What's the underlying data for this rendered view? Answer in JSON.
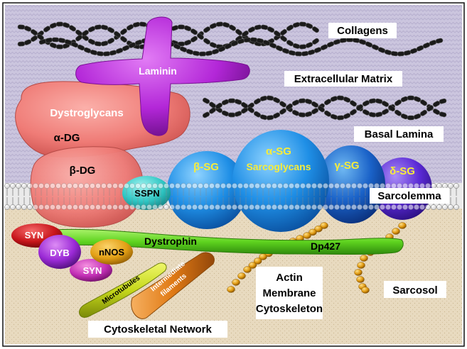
{
  "labels": {
    "collagens": "Collagens",
    "extracellular_matrix": "Extracellular Matrix",
    "basal_lamina": "Basal Lamina",
    "laminin": "Laminin",
    "dystroglycans": "Dystroglycans",
    "alpha_dg": "α-DG",
    "beta_dg": "β-DG",
    "sspn": "SSPN",
    "beta_sg": "β-SG",
    "alpha_sg": "α-SG",
    "sarcoglycans": "Sarcoglycans",
    "gamma_sg": "γ-SG",
    "delta_sg": "δ-SG",
    "sarcolemma": "Sarcolemma",
    "syn_top": "SYN",
    "dyb": "DYB",
    "syn_bottom": "SYN",
    "nnos": "nNOS",
    "dystrophin": "Dystrophin",
    "dp427": "Dp427",
    "microtubules": "Microtubules",
    "intermediate_line1": "Intermediate",
    "intermediate_line2": "filaments",
    "actin_line1": "Actin",
    "actin_line2": "Membrane",
    "actin_line3": "Cytoskeleton",
    "sarcosol": "Sarcosol",
    "cytoskeletal_network": "Cytoskeletal Network"
  },
  "colors": {
    "ecm_background": "#c9c3dd",
    "sarcosol_background": "#e6d7bd",
    "laminin": "#b327d8",
    "dystroglycan": "#f07a76",
    "sarcoglycan": "#1f8fe6",
    "delta_sg": "#5b2ad6",
    "dystrophin": "#5ed31f",
    "syn": "#c8161b",
    "dyb": "#9b2ad6",
    "nnos": "#e3a015",
    "microtubules": "#c6d81b",
    "intermediate_filaments": "#e07a15",
    "actin_beads": "#e09a12",
    "collagen": "#1a1a1a",
    "sspn": "#2fc7c4"
  }
}
